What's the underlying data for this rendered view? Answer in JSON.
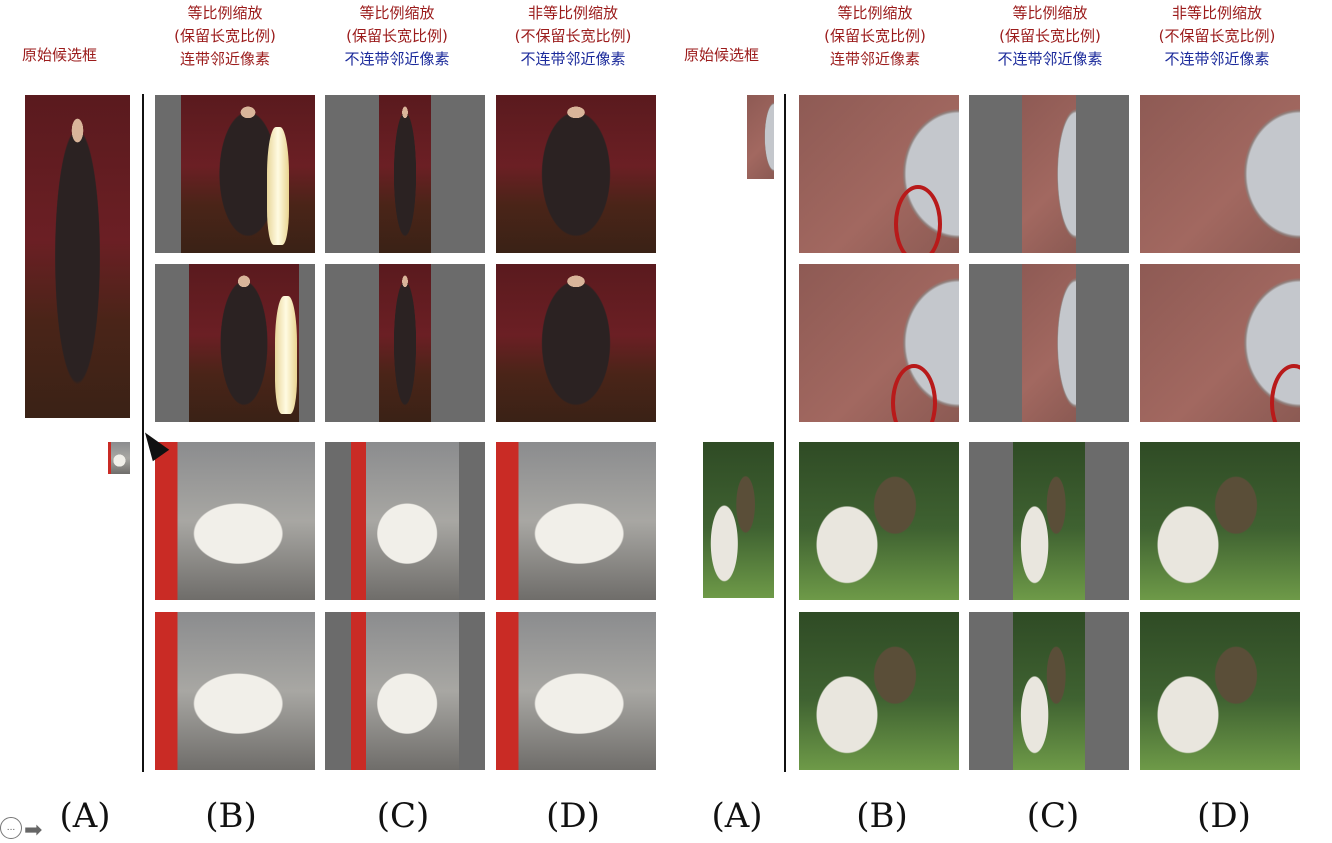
{
  "left": {
    "orig_title": "原始候选框",
    "headers": {
      "B": [
        "等比例缩放",
        "(保留长宽比例)",
        "连带邻近像素"
      ],
      "C": [
        "等比例缩放",
        "(保留长宽比例)",
        "不连带邻近像素"
      ],
      "D": [
        "非等比例缩放",
        "(不保留长宽比例)",
        "不连带邻近像素"
      ]
    }
  },
  "right": {
    "orig_title": "原始候选框",
    "headers": {
      "B": [
        "等比例缩放",
        "(保留长宽比例)",
        "连带邻近像素"
      ],
      "C": [
        "等比例缩放",
        "(保留长宽比例)",
        "不连带邻近像素"
      ],
      "D": [
        "非等比例缩放",
        "(不保留长宽比例)",
        "不连带邻近像素"
      ]
    }
  },
  "labels": [
    "(A)",
    "(B)",
    "(C)",
    "(D)",
    "(A)",
    "(B)",
    "(C)",
    "(D)"
  ],
  "controls": {
    "menu_icon": "...",
    "next_icon": "➡"
  }
}
